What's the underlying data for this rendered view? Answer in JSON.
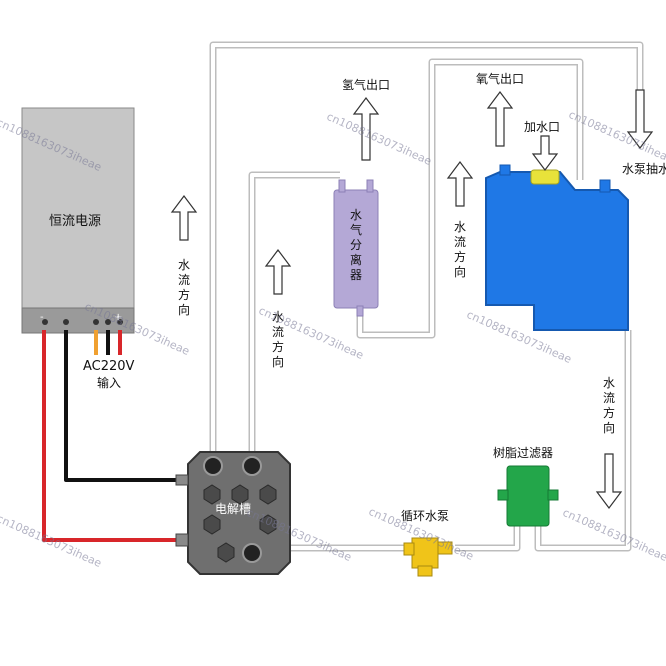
{
  "labels": {
    "power_supply": "恒流电源",
    "ac_input_line1": "AC220V",
    "ac_input_line2": "输入",
    "hydrogen_outlet": "氢气出口",
    "oxygen_outlet": "氧气出口",
    "water_inlet": "加水口",
    "pump_extract": "水泵抽水",
    "separator": "水气分离器",
    "flow_direction": "水流方向",
    "electrolyzer": "电解槽",
    "circulation_pump": "循环水泵",
    "resin_filter": "树脂过滤器",
    "terminal_minus": "-",
    "terminal_plus": "+"
  },
  "watermark": "cn1088163073iheae",
  "colors": {
    "pipe": "#d9d9d9",
    "power_box": "#c4c4c4",
    "tank": "#1f78e6",
    "separator": "#b4a8d6",
    "filter": "#23a64a",
    "pump": "#f0c419",
    "cap": "#e8e23a",
    "electrolyzer": "#6b6b6b",
    "wire_red": "#d8262a",
    "wire_black": "#111111",
    "wire_orange": "#f0a030"
  }
}
